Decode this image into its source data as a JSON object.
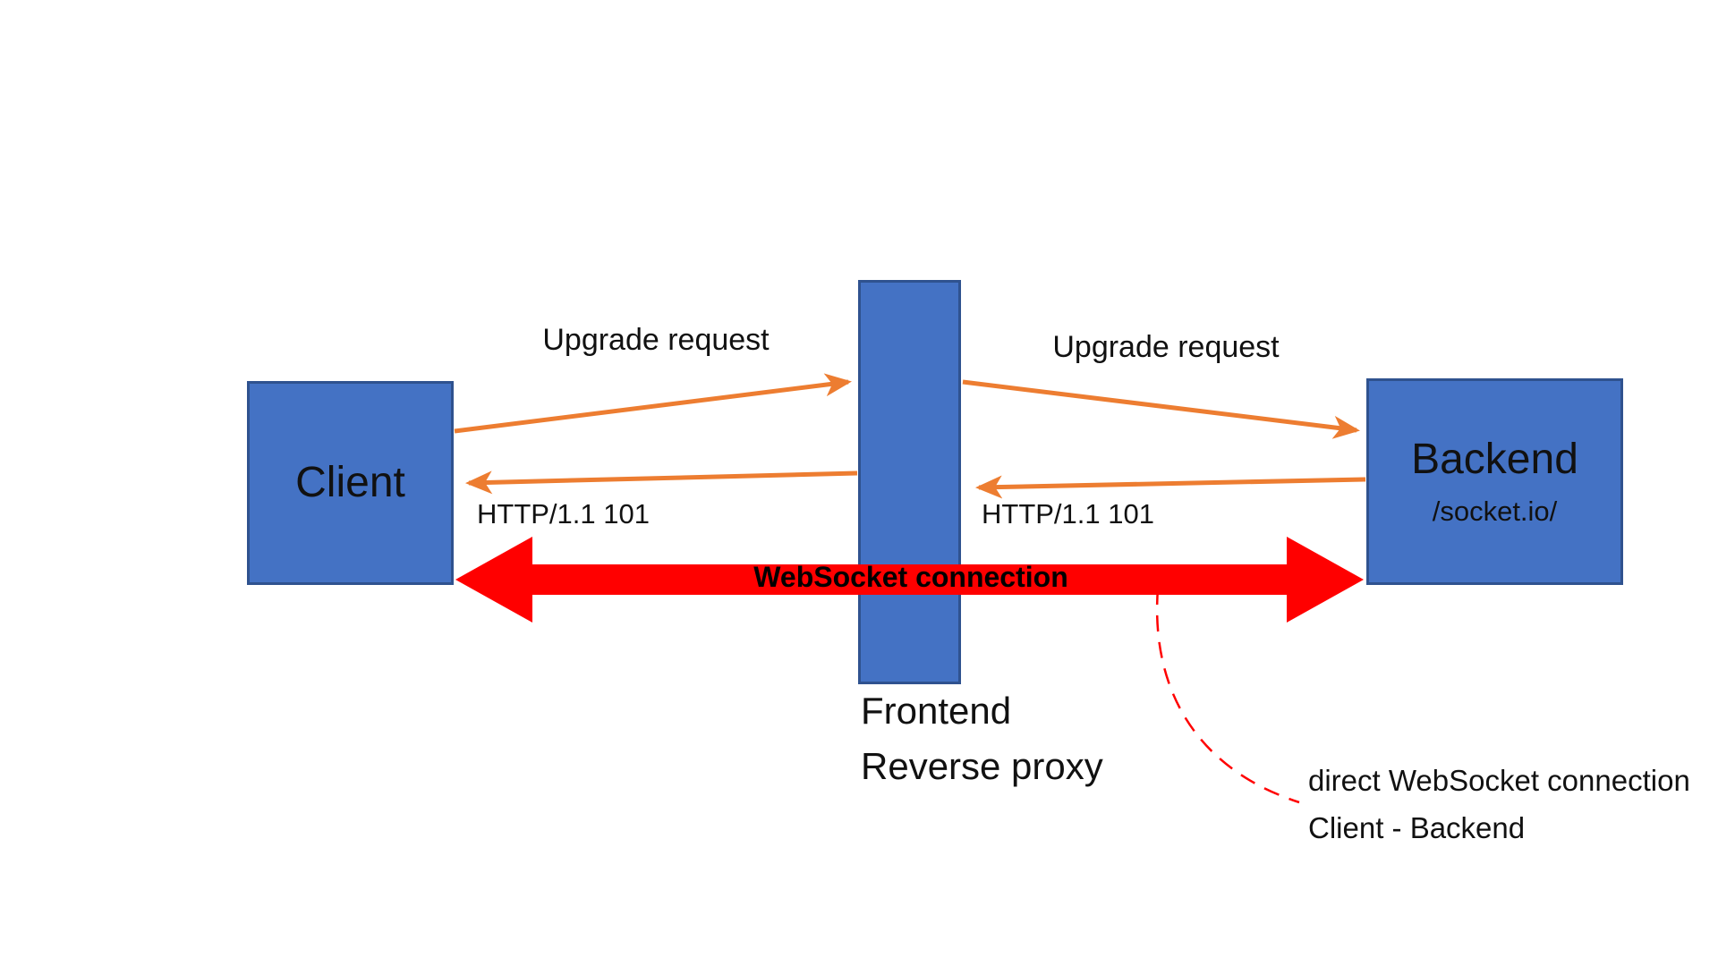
{
  "diagram": {
    "nodes": {
      "client": {
        "label": "Client"
      },
      "frontend": {
        "caption_line1": "Frontend",
        "caption_line2": "Reverse proxy"
      },
      "backend": {
        "label": "Backend",
        "sublabel": "/socket.io/"
      }
    },
    "flows": {
      "upgrade_request_left": "Upgrade request",
      "upgrade_request_right": "Upgrade request",
      "http_101_left": "HTTP/1.1 101",
      "http_101_right": "HTTP/1.1 101",
      "websocket_connection": "WebSocket connection"
    },
    "annotation": {
      "line1": "direct WebSocket connection",
      "line2": "Client - Backend"
    },
    "colors": {
      "node_fill": "#4472c4",
      "node_border": "#2f528f",
      "arrow_orange": "#ed7d31",
      "arrow_red": "#ff0000",
      "text": "#111111"
    }
  }
}
